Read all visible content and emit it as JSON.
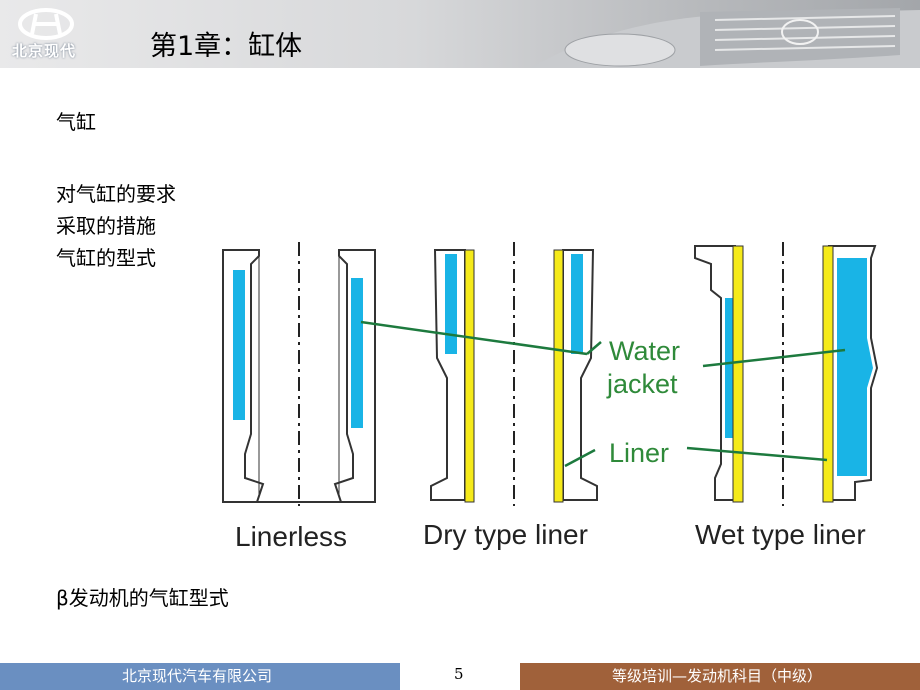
{
  "header": {
    "brand_text": "北京现代",
    "title": "第1章：缸体"
  },
  "content": {
    "topic": "气缸",
    "items": [
      "对气缸的要求",
      "采取的措施",
      "气缸的型式"
    ],
    "beta_line": "β发动机的气缸型式"
  },
  "diagram": {
    "captions": [
      "Linerless",
      "Dry type liner",
      "Wet type liner"
    ],
    "callouts": {
      "water_jacket_line1": "Water",
      "water_jacket_line2": "jacket",
      "liner": "Liner"
    },
    "colors": {
      "water_jacket": "#19b4e6",
      "liner": "#f5ea1a",
      "callout_line": "#1d7a3e",
      "callout_text": "#2f8a3a"
    }
  },
  "footer": {
    "left_text": "北京现代汽车有限公司",
    "page_number": "5",
    "right_text": "等级培训—发动机科目（中级）"
  },
  "colors": {
    "footer_left": "#6a8fc1",
    "footer_right": "#a0613a"
  }
}
